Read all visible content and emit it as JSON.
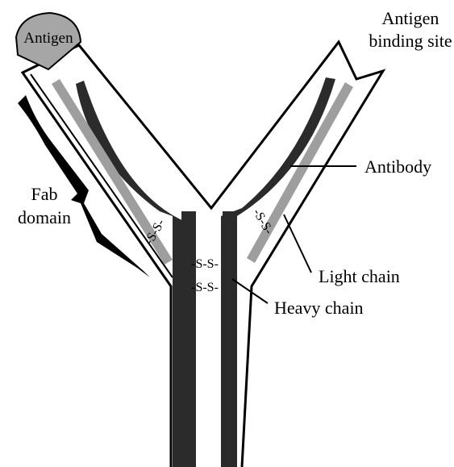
{
  "labels": {
    "antigen": "Antigen",
    "antigen_binding_site_line1": "Antigen",
    "antigen_binding_site_line2": "binding site",
    "fab_line1": "Fab",
    "fab_line2": "domain",
    "antibody": "Antibody",
    "light_chain": "Light chain",
    "heavy_chain": "Heavy chain",
    "disulfide": "-S-S-"
  },
  "colors": {
    "heavy_chain": "#2b2b2b",
    "light_chain": "#9e9e9e",
    "antigen_fill": "#a6a6a6",
    "outline": "#000000",
    "background": "#ffffff"
  }
}
